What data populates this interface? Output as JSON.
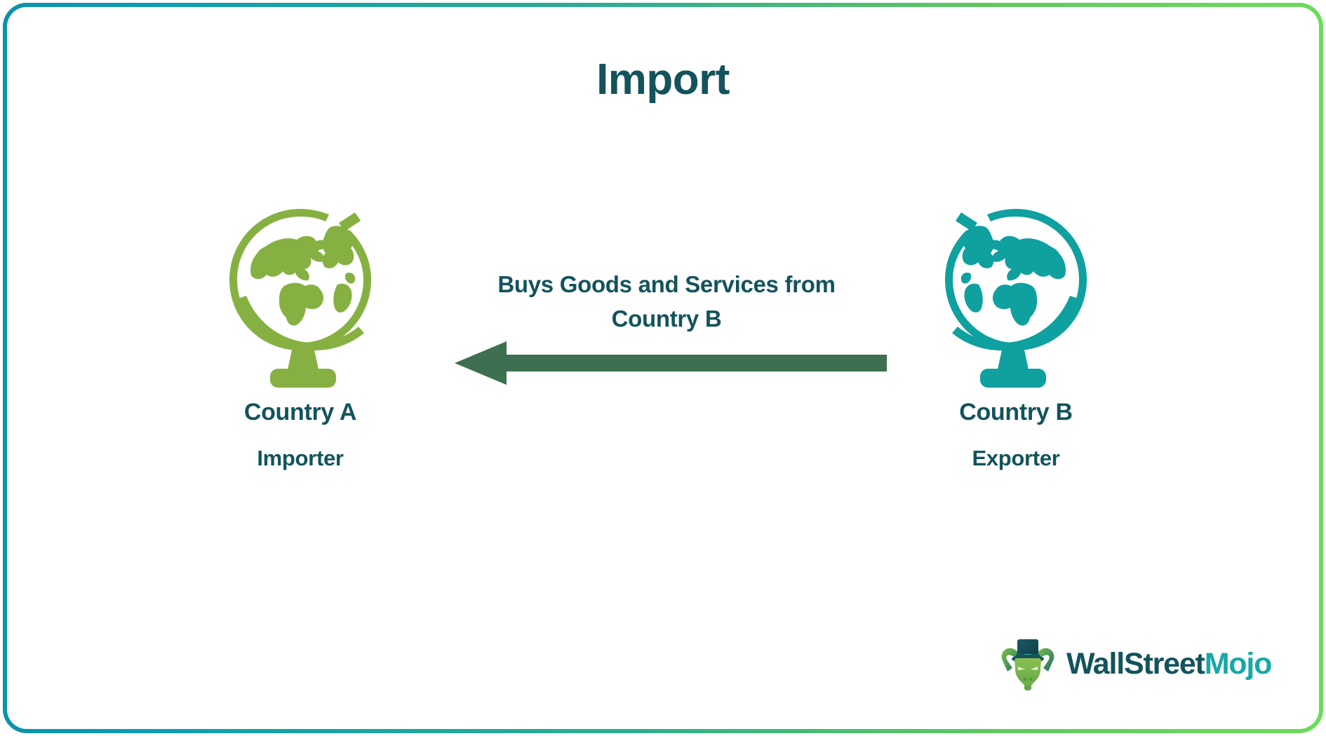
{
  "diagram": {
    "title": "Import",
    "type": "trade-flow-diagram",
    "accent_teal": "#0fa0a0",
    "accent_green": "#86b142",
    "text_color": "#13535c",
    "arrow_color": "#3d7050",
    "border_gradient_from": "#0b93ac",
    "border_gradient_to": "#6ddc5c",
    "background": "#ffffff"
  },
  "nodes": [
    {
      "id": "country-a",
      "name": "Country A",
      "role": "Importer",
      "icon": "globe-icon",
      "color": "#86b142",
      "side": "left"
    },
    {
      "id": "country-b",
      "name": "Country B",
      "role": "Exporter",
      "icon": "globe-icon",
      "color": "#0fa0a0",
      "side": "right"
    }
  ],
  "flow": {
    "label_line1": "Buys Goods and Services from",
    "label_line2": "Country B",
    "direction": "right-to-left",
    "from": "Country B",
    "to": "Country A",
    "arrow_color": "#3d7050"
  },
  "logo": {
    "icon": "bull-head-with-top-hat-icon",
    "text_primary": "WallStreet",
    "text_accent": "Mojo"
  }
}
